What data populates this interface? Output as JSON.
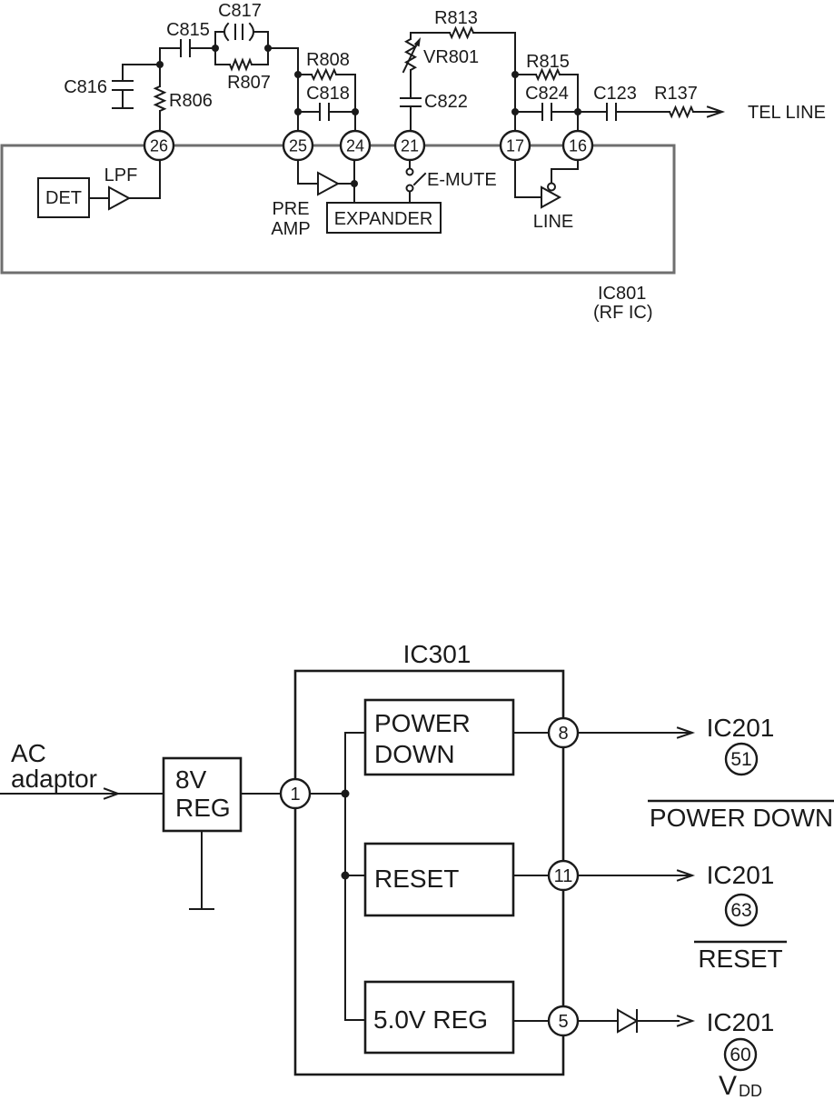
{
  "colors": {
    "wire": "#1a1a1a",
    "ic_outline_gray": "#6f6f6f",
    "background": "#ffffff"
  },
  "top_diagram": {
    "ic": {
      "name": "IC801",
      "type": "(RF IC)"
    },
    "pins": {
      "p26": "26",
      "p25": "25",
      "p24": "24",
      "p21": "21",
      "p17": "17",
      "p16": "16"
    },
    "components": {
      "c815": "C815",
      "c816": "C816",
      "c817": "C817",
      "r806": "R806",
      "r807": "R807",
      "r808": "R808",
      "c818": "C818",
      "r813": "R813",
      "vr801": "VR801",
      "c822": "C822",
      "r815": "R815",
      "c824": "C824",
      "c123": "C123",
      "r137": "R137"
    },
    "labels": {
      "det": "DET",
      "lpf": "LPF",
      "pre": "PRE",
      "amp": "AMP",
      "expander": "EXPANDER",
      "e_mute": "E-MUTE",
      "line_amp": "LINE",
      "tel_line": "TEL LINE"
    }
  },
  "bottom_diagram": {
    "ic_name": "IC301",
    "source": {
      "line1": "AC",
      "line2": "adaptor"
    },
    "regulator": {
      "line1": "8V",
      "line2": "REG"
    },
    "blocks": {
      "power_down_line1": "POWER",
      "power_down_line2": "DOWN",
      "reset": "RESET",
      "reg5": "5.0V REG"
    },
    "pins": {
      "p1": "1",
      "p8": "8",
      "p11": "11",
      "p5": "5"
    },
    "outputs": [
      {
        "ic": "IC201",
        "pin": "51",
        "signal": "POWER DOWN"
      },
      {
        "ic": "IC201",
        "pin": "63",
        "signal": "RESET"
      },
      {
        "ic": "IC201",
        "pin": "60",
        "signal_main": "V",
        "signal_sub": "DD"
      }
    ]
  }
}
